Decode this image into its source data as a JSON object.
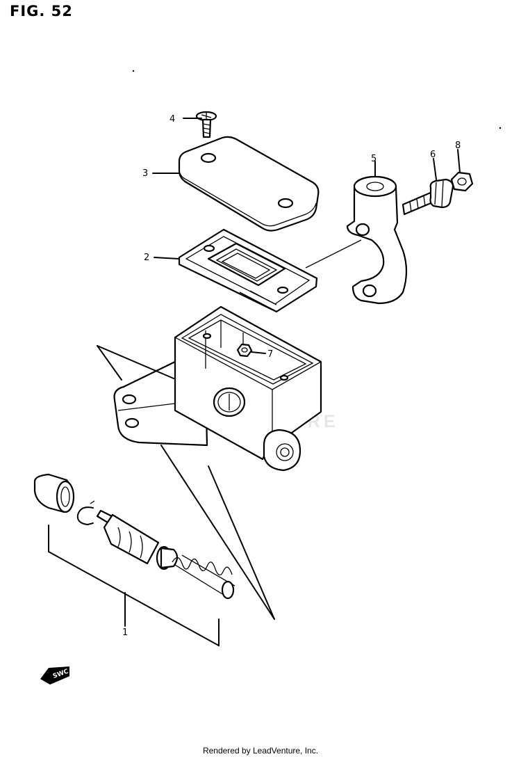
{
  "figure": {
    "title": "FIG. 52"
  },
  "callouts": [
    {
      "id": "1",
      "label": "1"
    },
    {
      "id": "2",
      "label": "2"
    },
    {
      "id": "3",
      "label": "3"
    },
    {
      "id": "4",
      "label": "4"
    },
    {
      "id": "5",
      "label": "5"
    },
    {
      "id": "6",
      "label": "6"
    },
    {
      "id": "7",
      "label": "7"
    },
    {
      "id": "8",
      "label": "8"
    }
  ],
  "watermark": {
    "text": "LEADVENTURE"
  },
  "footer": {
    "text": "Rendered by LeadVenture, Inc."
  },
  "badge": {
    "text": "SWC"
  }
}
